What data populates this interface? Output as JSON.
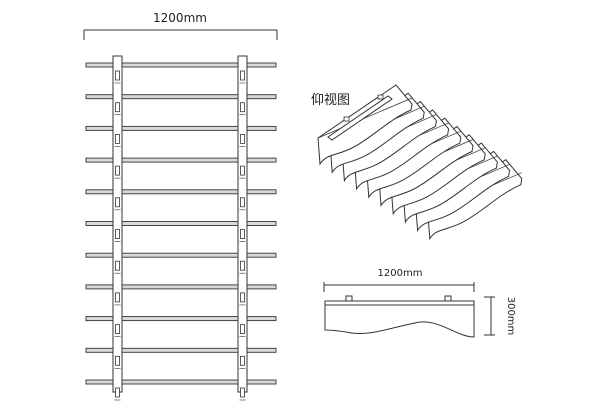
{
  "front_view": {
    "width_label": "1200mm",
    "slat_count": 11
  },
  "perspective_view": {
    "title": "仰视图",
    "panel_count": 10
  },
  "side_view": {
    "width_label": "1200mm",
    "height_label": "300mm"
  }
}
